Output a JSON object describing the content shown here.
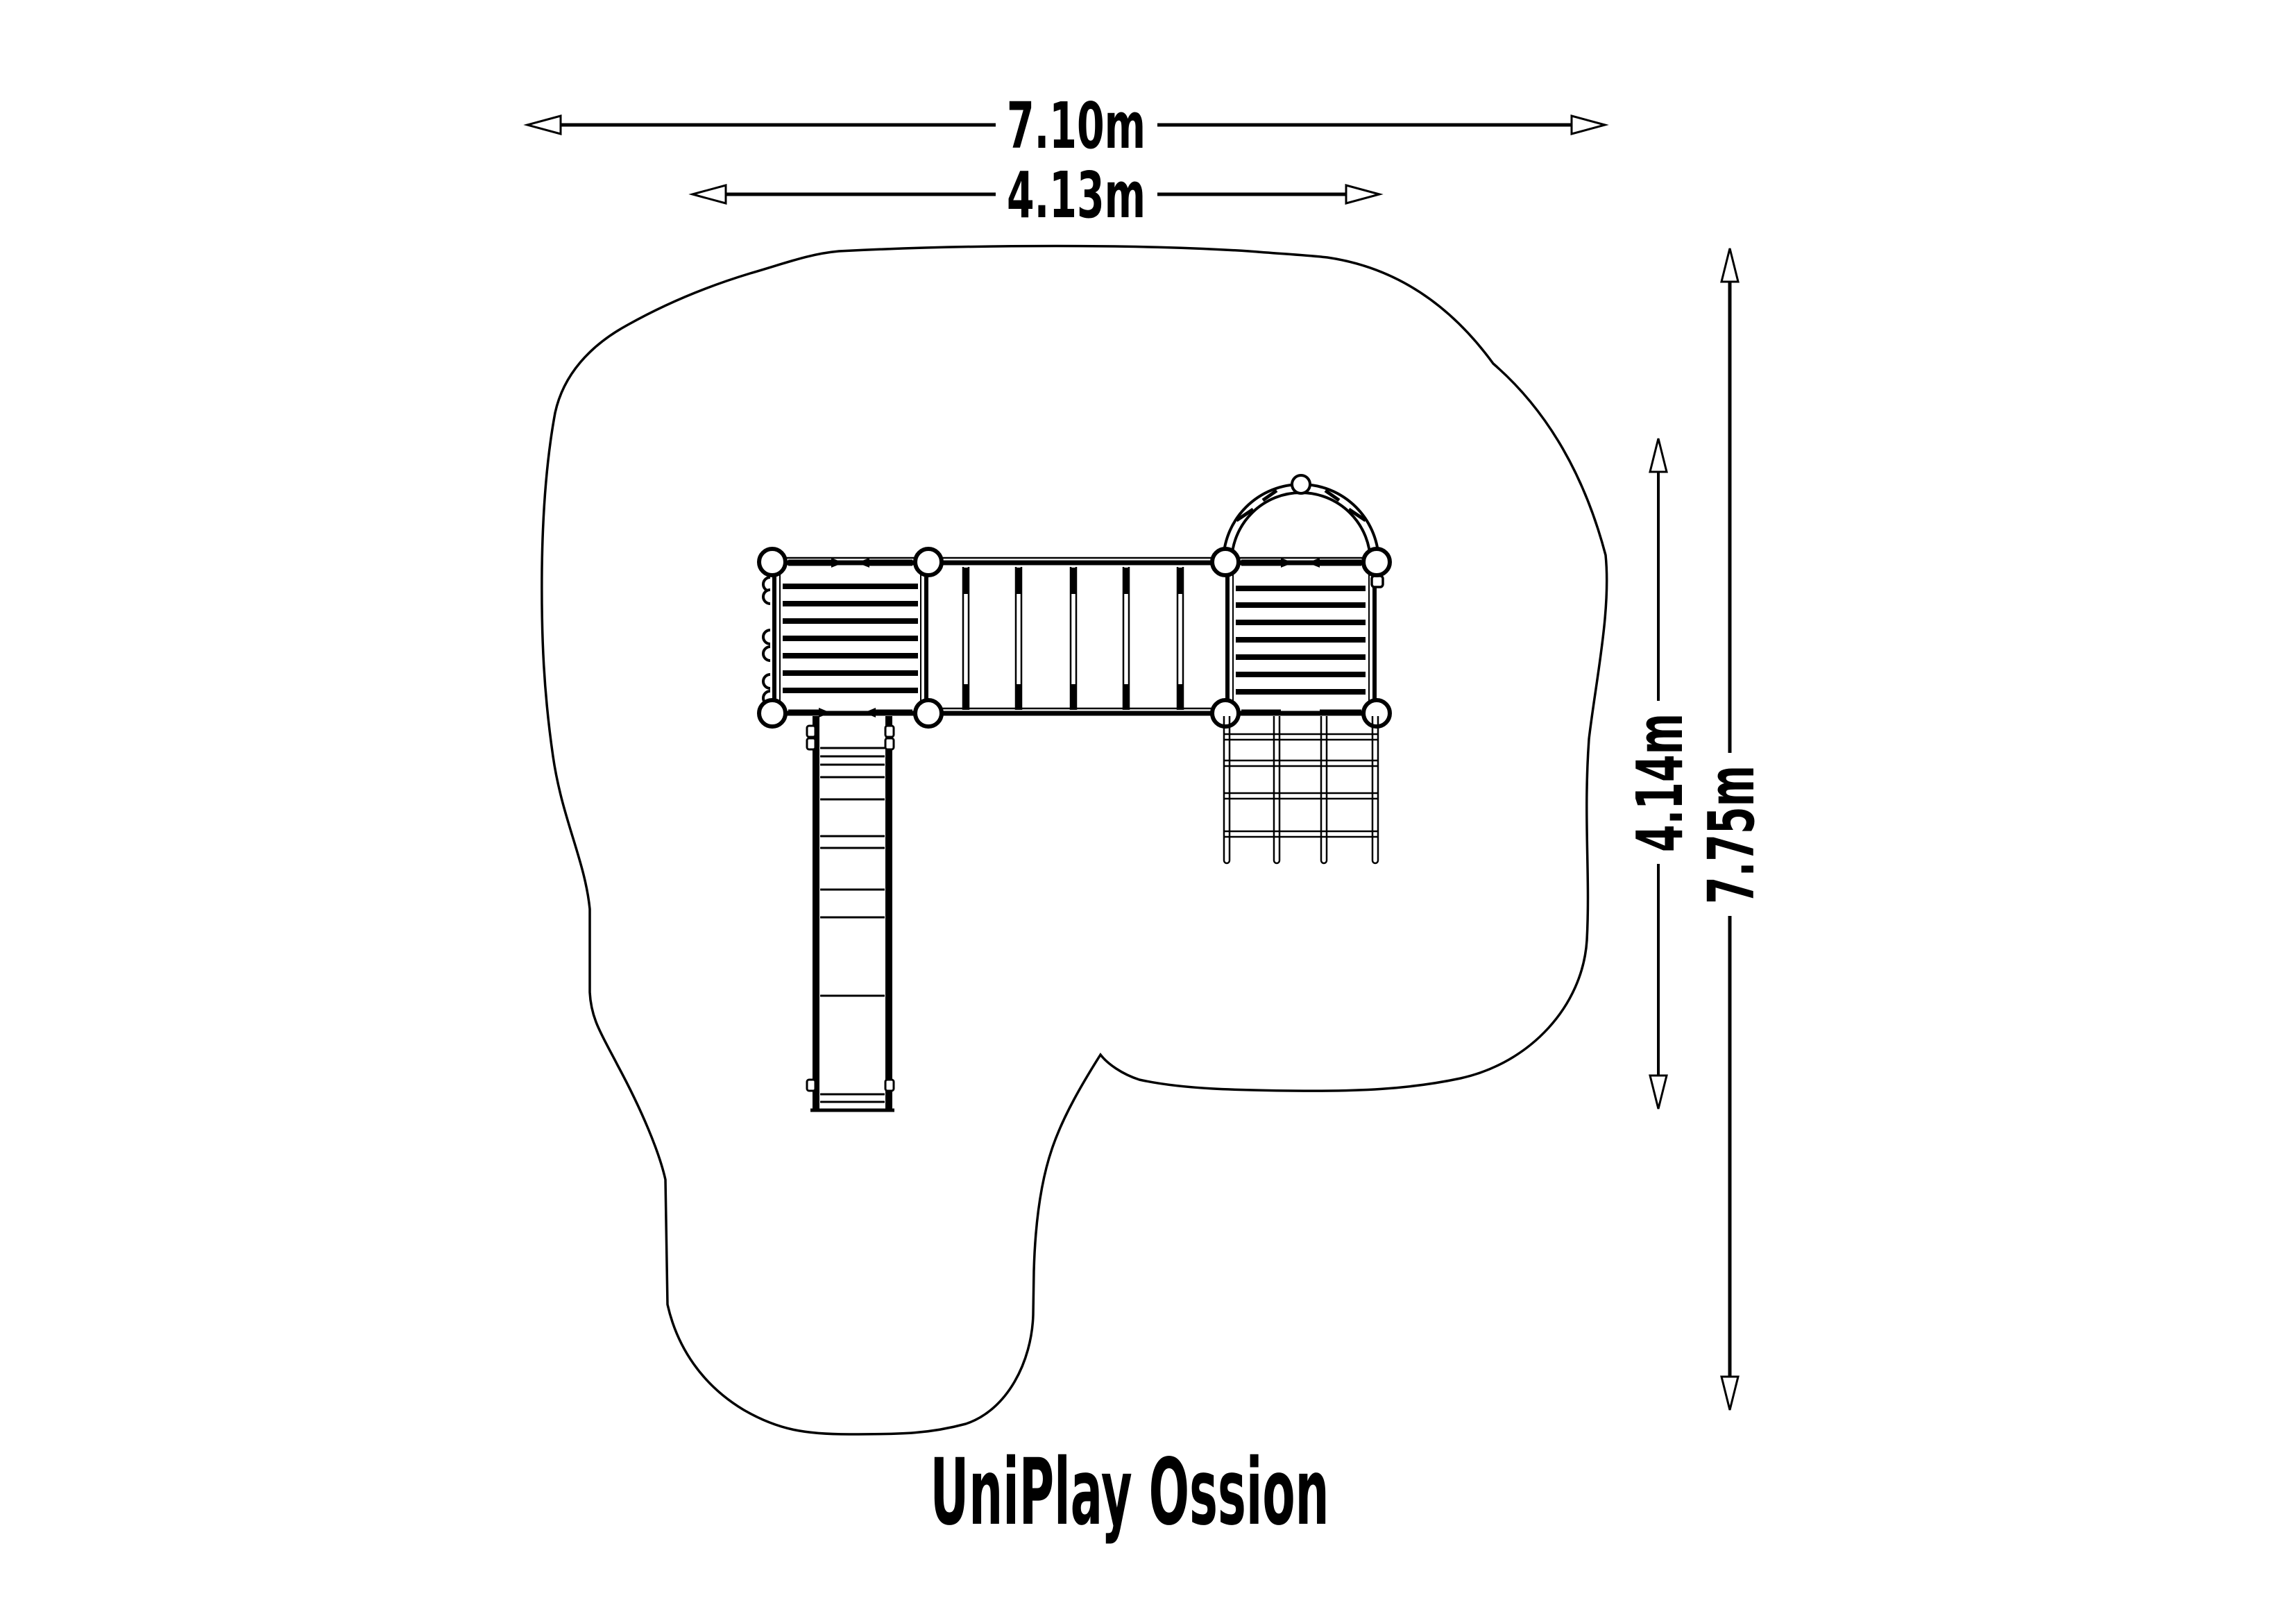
{
  "drawing": {
    "title": "UniPlay Ossion",
    "dimensions": {
      "total_width": "7.10m",
      "inner_width": "4.13m",
      "inner_height": "4.14m",
      "total_height": "7.75m"
    },
    "colors": {
      "background": "#ffffff",
      "line": "#000000"
    }
  }
}
